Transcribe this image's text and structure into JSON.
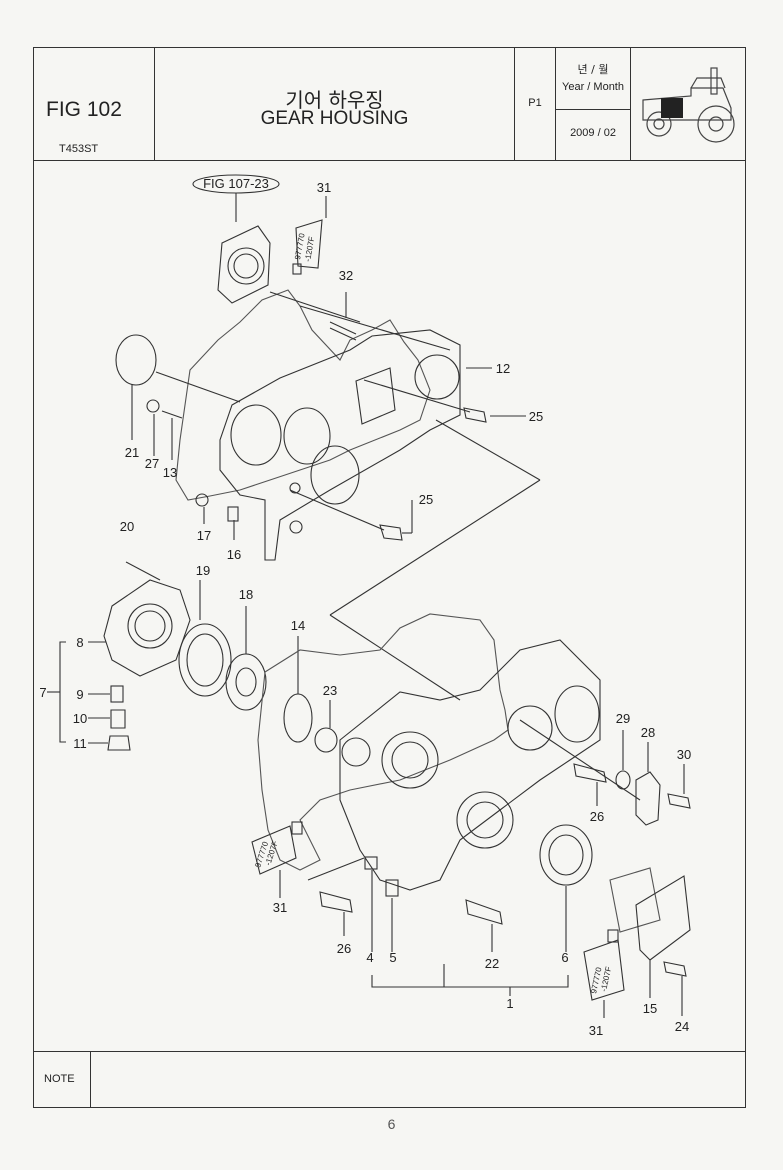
{
  "header": {
    "fig_label": "FIG 102",
    "model": "T453ST",
    "title_korean": "기어 하우징",
    "title_english": "GEAR HOUSING",
    "page": "P1",
    "year_month_korean": "년 / 월",
    "year_month_english": "Year / Month",
    "year_month_value": "2009 / 02"
  },
  "diagram": {
    "reference": "FIG 107-23",
    "sealant_code": [
      "977770",
      "-1207F"
    ],
    "callouts": [
      "31",
      "32",
      "12",
      "25",
      "21",
      "27",
      "13",
      "17",
      "16",
      "25",
      "20",
      "19",
      "18",
      "8",
      "7",
      "9",
      "10",
      "11",
      "14",
      "23",
      "29",
      "28",
      "30",
      "26",
      "31",
      "26",
      "4",
      "5",
      "22",
      "6",
      "1",
      "15",
      "24",
      "31"
    ]
  },
  "note": {
    "label": "NOTE"
  },
  "page_number": "6"
}
